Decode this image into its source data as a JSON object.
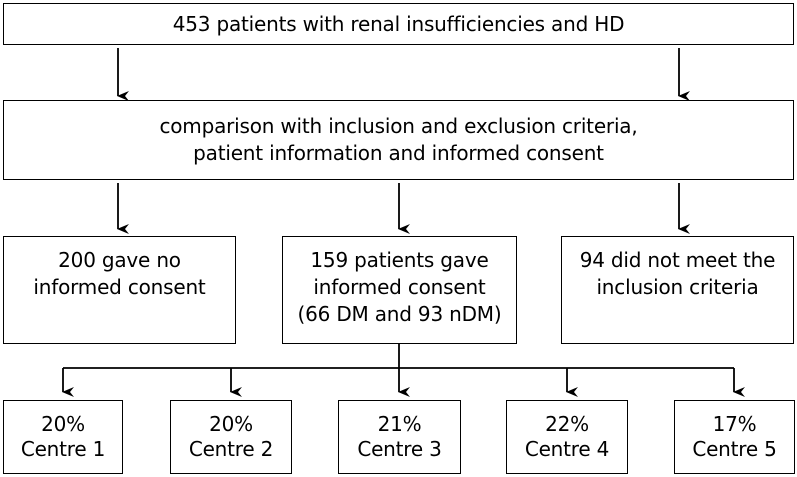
{
  "flow": {
    "screening_box": "453 patients with renal insufficiencies and HD",
    "criteria_box": {
      "line1": "comparison with inclusion and exclusion criteria,",
      "line2": "patient information and informed consent"
    },
    "no_consent_box": {
      "line1": "200 gave no",
      "line2": "informed consent"
    },
    "consent_box": {
      "line1": "159 patients gave",
      "line2": "informed consent",
      "line3": "(66 DM and 93 nDM)"
    },
    "excluded_box": {
      "line1": "94 did not meet the",
      "line2": "inclusion criteria"
    },
    "centres": [
      {
        "percent": "20%",
        "name": "Centre 1"
      },
      {
        "percent": "20%",
        "name": "Centre 2"
      },
      {
        "percent": "21%",
        "name": "Centre 3"
      },
      {
        "percent": "22%",
        "name": "Centre 4"
      },
      {
        "percent": "17%",
        "name": "Centre 5"
      }
    ]
  }
}
